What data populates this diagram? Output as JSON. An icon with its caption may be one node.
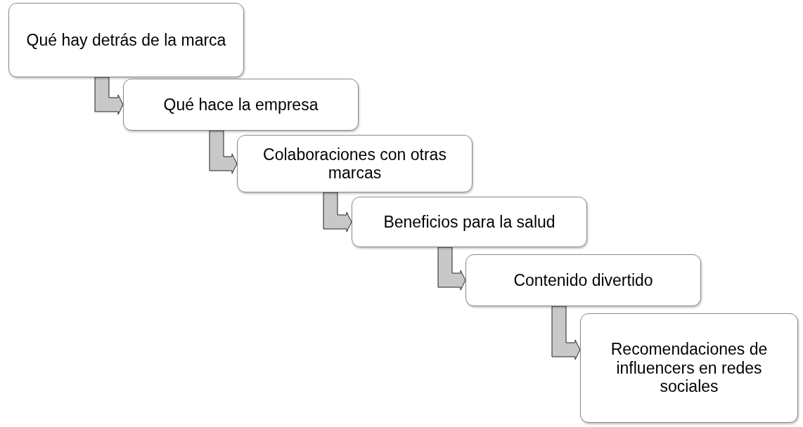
{
  "diagram": {
    "nodes": [
      {
        "text": [
          "Qué hay detrás de la marca"
        ]
      },
      {
        "text": [
          "Qué hace la empresa"
        ]
      },
      {
        "text": [
          "Colaboraciones con otras marcas"
        ]
      },
      {
        "text": [
          "Beneficios para la salud"
        ]
      },
      {
        "text": [
          "Contenido divertido"
        ]
      },
      {
        "text": [
          "Recomendaciones de influencers en redes sociales"
        ]
      }
    ],
    "edges": [
      {
        "from": 0,
        "to": 1,
        "arrow": "to"
      },
      {
        "from": 1,
        "to": 2,
        "arrow": "to"
      },
      {
        "from": 2,
        "to": 3,
        "arrow": "to"
      },
      {
        "from": 3,
        "to": 4,
        "arrow": "to"
      },
      {
        "from": 4,
        "to": 5,
        "arrow": "to"
      }
    ]
  }
}
